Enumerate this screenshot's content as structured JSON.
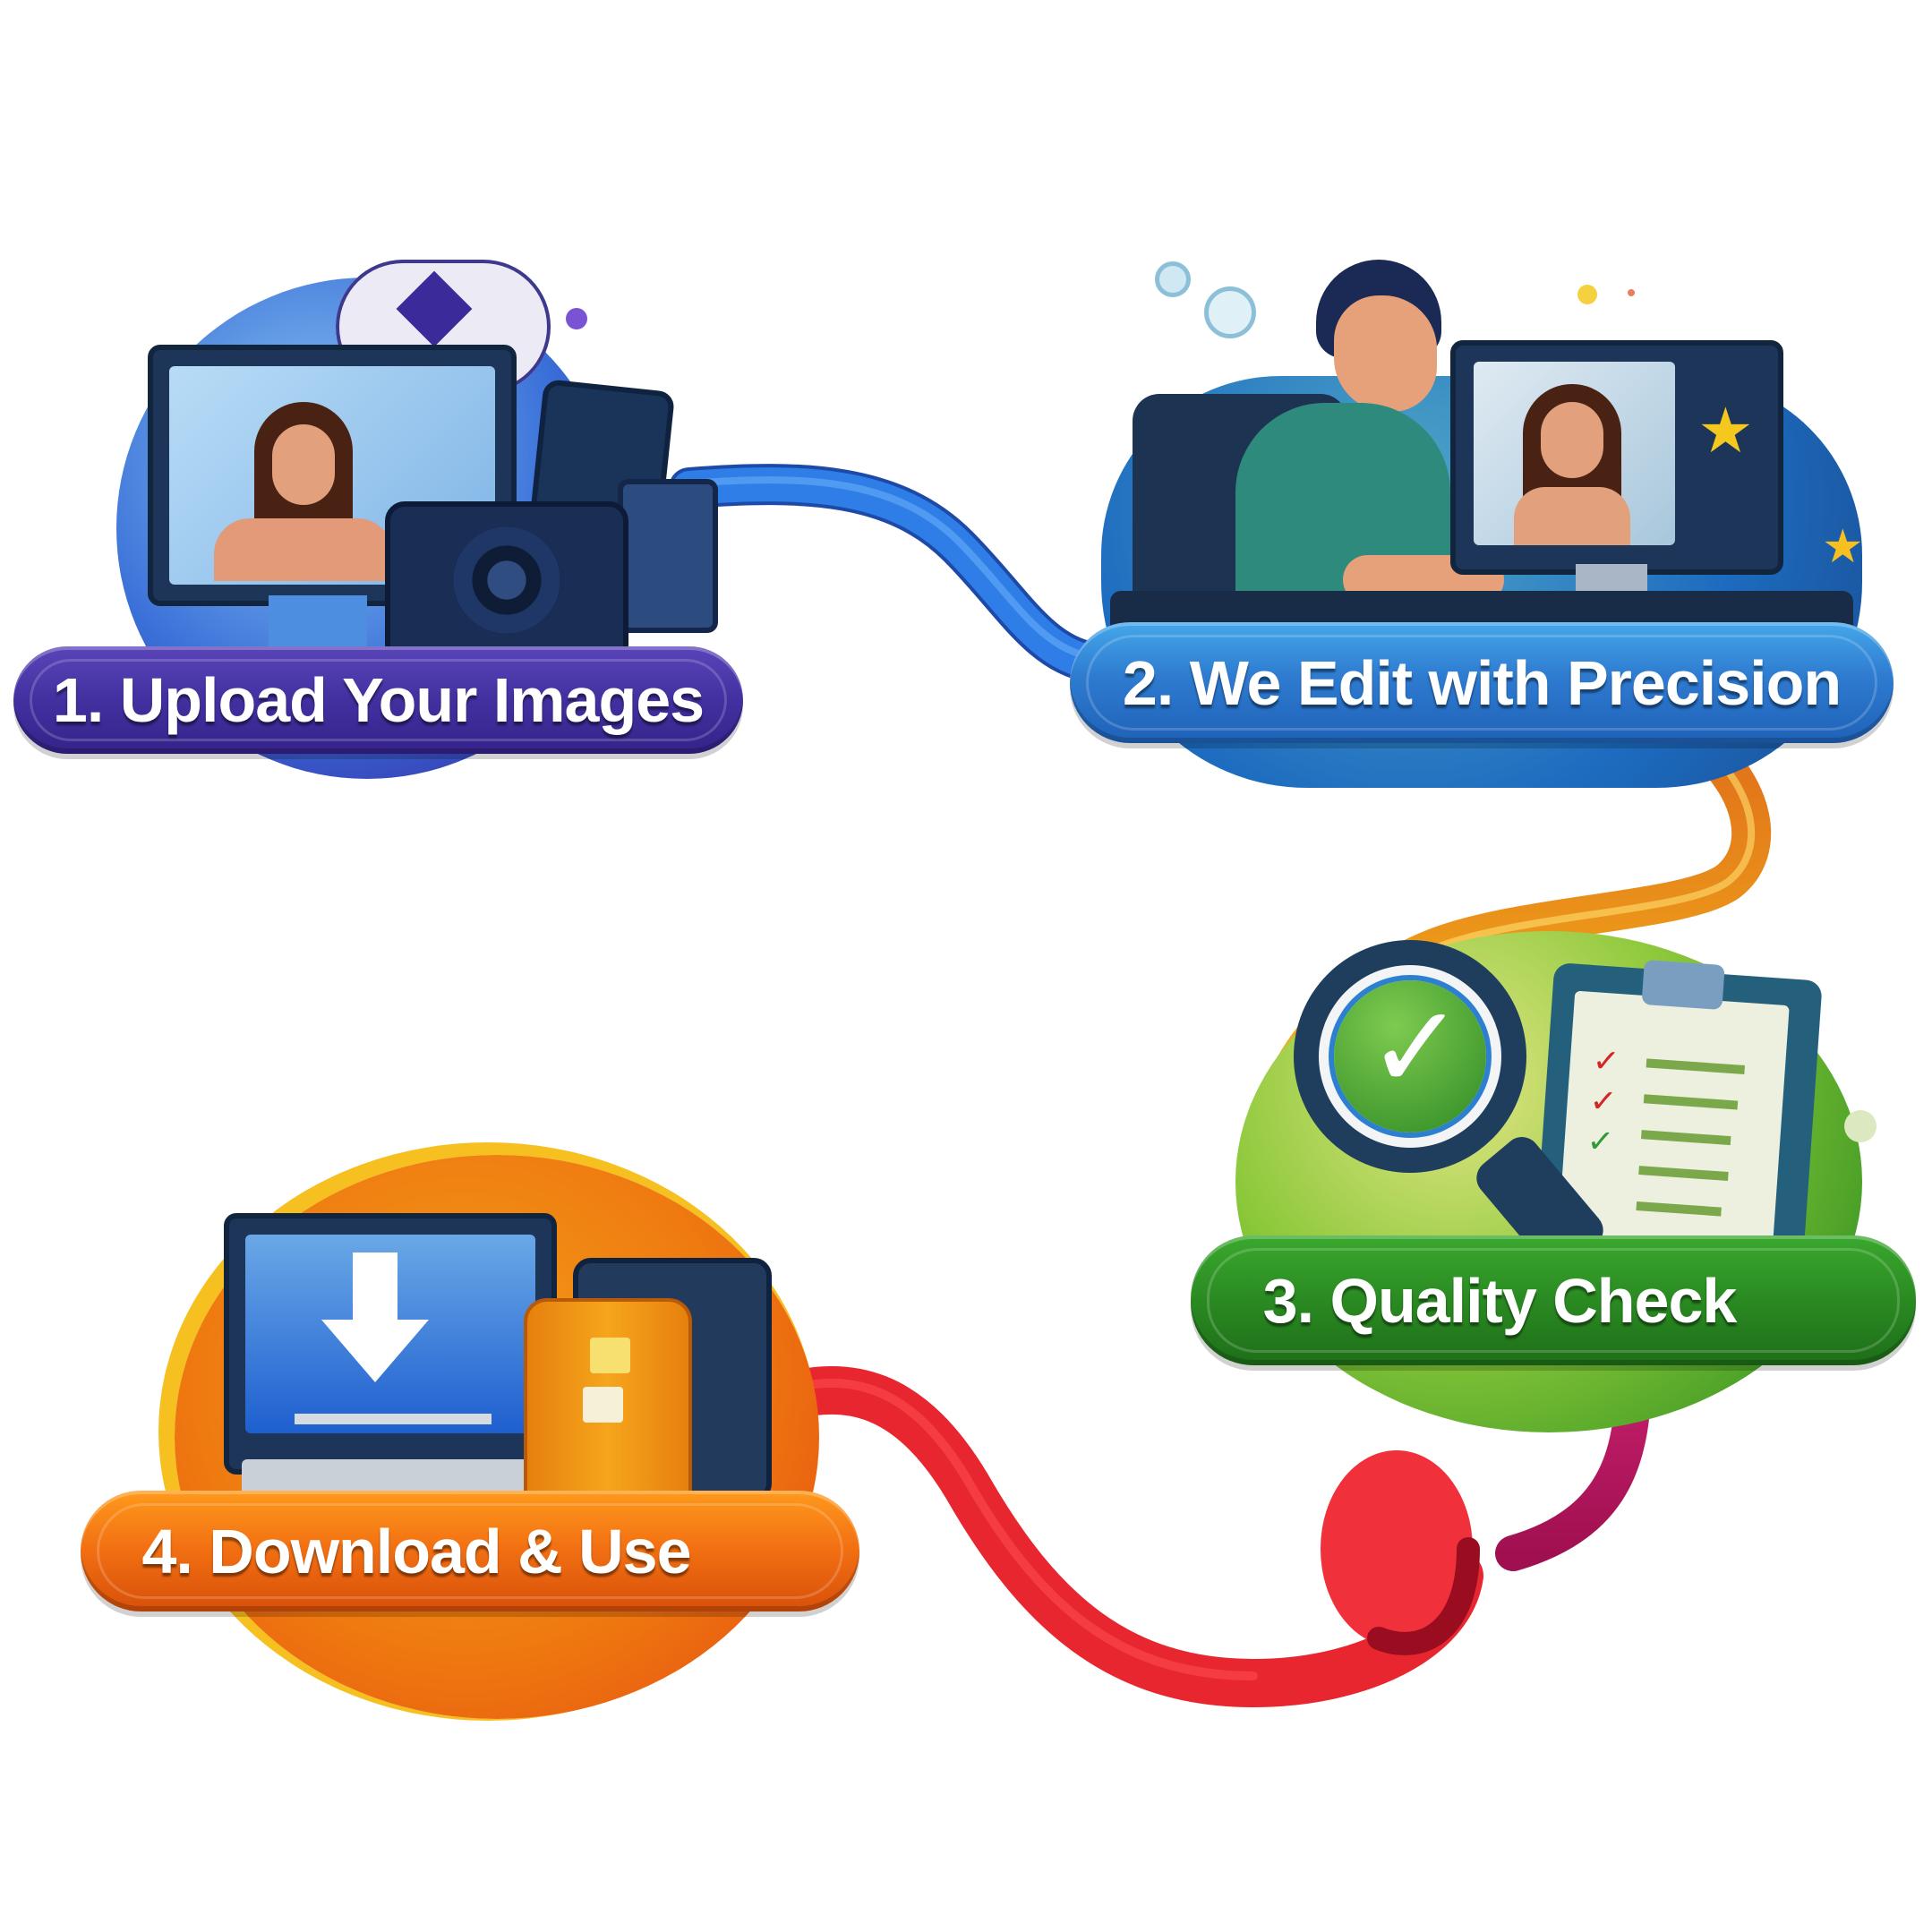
{
  "diagram": {
    "type": "process-flow",
    "steps": [
      {
        "number": 1,
        "label": "1. Upload Your Images",
        "color": "#4a35a0",
        "accent": "#3a6fd8",
        "icons": [
          "monitor-with-photo-icon",
          "cloud-upload-icon",
          "camera-icon",
          "phone-icon"
        ]
      },
      {
        "number": 2,
        "label": "2. We Edit with Precision",
        "color": "#2e7bd0",
        "accent": "#1d4f8f",
        "icons": [
          "editor-person-icon",
          "monitor-with-photo-icon",
          "star-icon"
        ]
      },
      {
        "number": 3,
        "label": "3. Quality Check",
        "color": "#2f8f24",
        "accent": "#7cc22b",
        "icons": [
          "magnifier-check-icon",
          "clipboard-checklist-icon"
        ]
      },
      {
        "number": 4,
        "label": "4. Download & Use",
        "color": "#ef6a10",
        "accent": "#f7a51c",
        "icons": [
          "monitor-download-icon",
          "device-icon"
        ]
      }
    ],
    "connectors": [
      {
        "from": 1,
        "to": 2,
        "color": "#2f7ee8"
      },
      {
        "from": 2,
        "to": 3,
        "color": "#f6a314"
      },
      {
        "from": 3,
        "to": 4,
        "color": "#c8206e"
      },
      {
        "from": 3,
        "to": 4,
        "color": "#f0303a"
      }
    ]
  }
}
